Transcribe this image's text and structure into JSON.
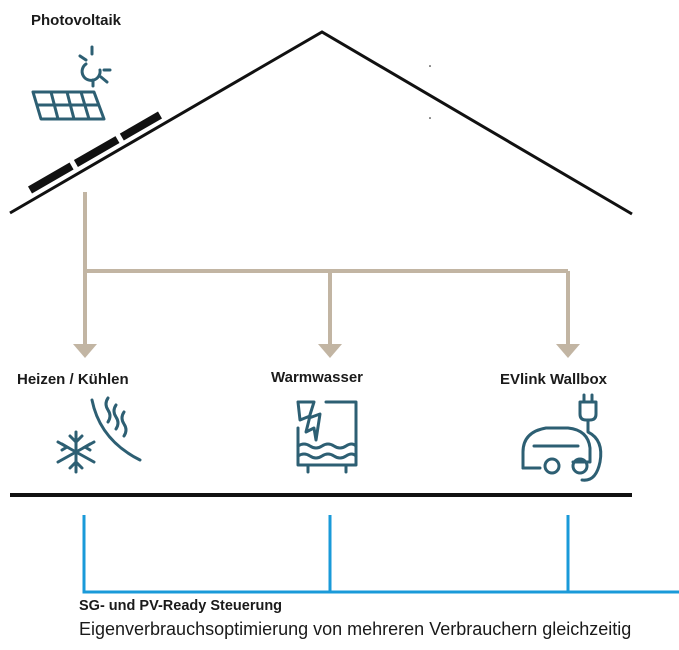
{
  "labels": {
    "photovoltaik": "Photovoltaik",
    "heizen": "Heizen / Kühlen",
    "warmwasser": "Warmwasser",
    "wallbox": "EVlink Wallbox"
  },
  "control": {
    "title": "SG- und PV-Ready Steuerung",
    "description": "Eigenverbrauchsoptimierung von mehreren Verbrauchern gleichzeitig"
  },
  "colors": {
    "roof": "#111111",
    "arrows": "#c2b5a3",
    "control_lines": "#1a9ad9",
    "icons": "#2d5f73"
  },
  "icons": [
    "sun-icon",
    "solar-panel-icon",
    "snowflake-heat-icon",
    "water-heater-icon",
    "ev-charger-icon"
  ]
}
